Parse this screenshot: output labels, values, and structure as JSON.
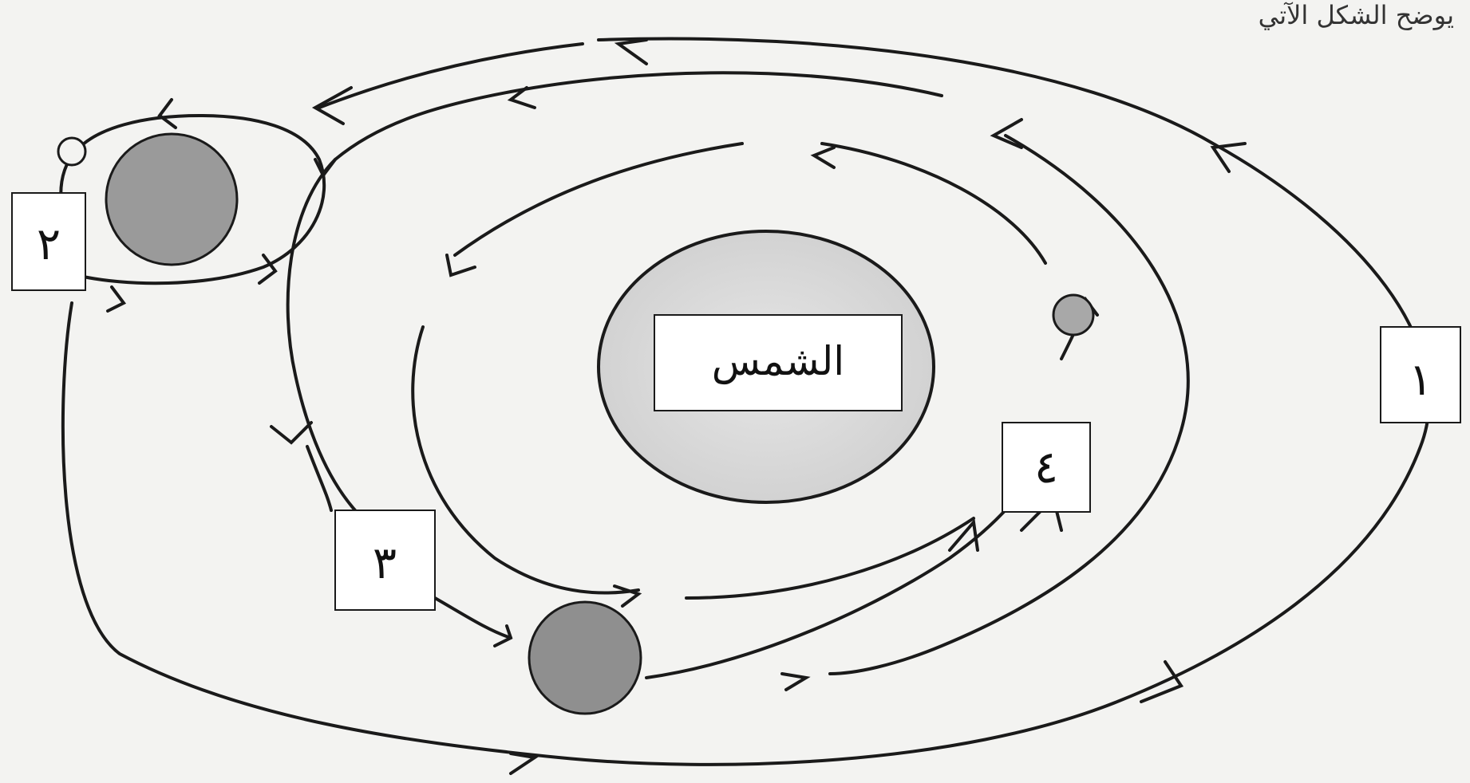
{
  "caption": "يوضح الشكل الآتي",
  "center": {
    "label": "الشمس"
  },
  "labels": {
    "one": "١",
    "two": "٢",
    "three": "٣",
    "four": "٤"
  },
  "colors": {
    "background": "#f3f3f1",
    "stroke": "#1a1a1a",
    "sun_fill": "#dcdcdc",
    "planet_fill": "#9a9a9a"
  }
}
